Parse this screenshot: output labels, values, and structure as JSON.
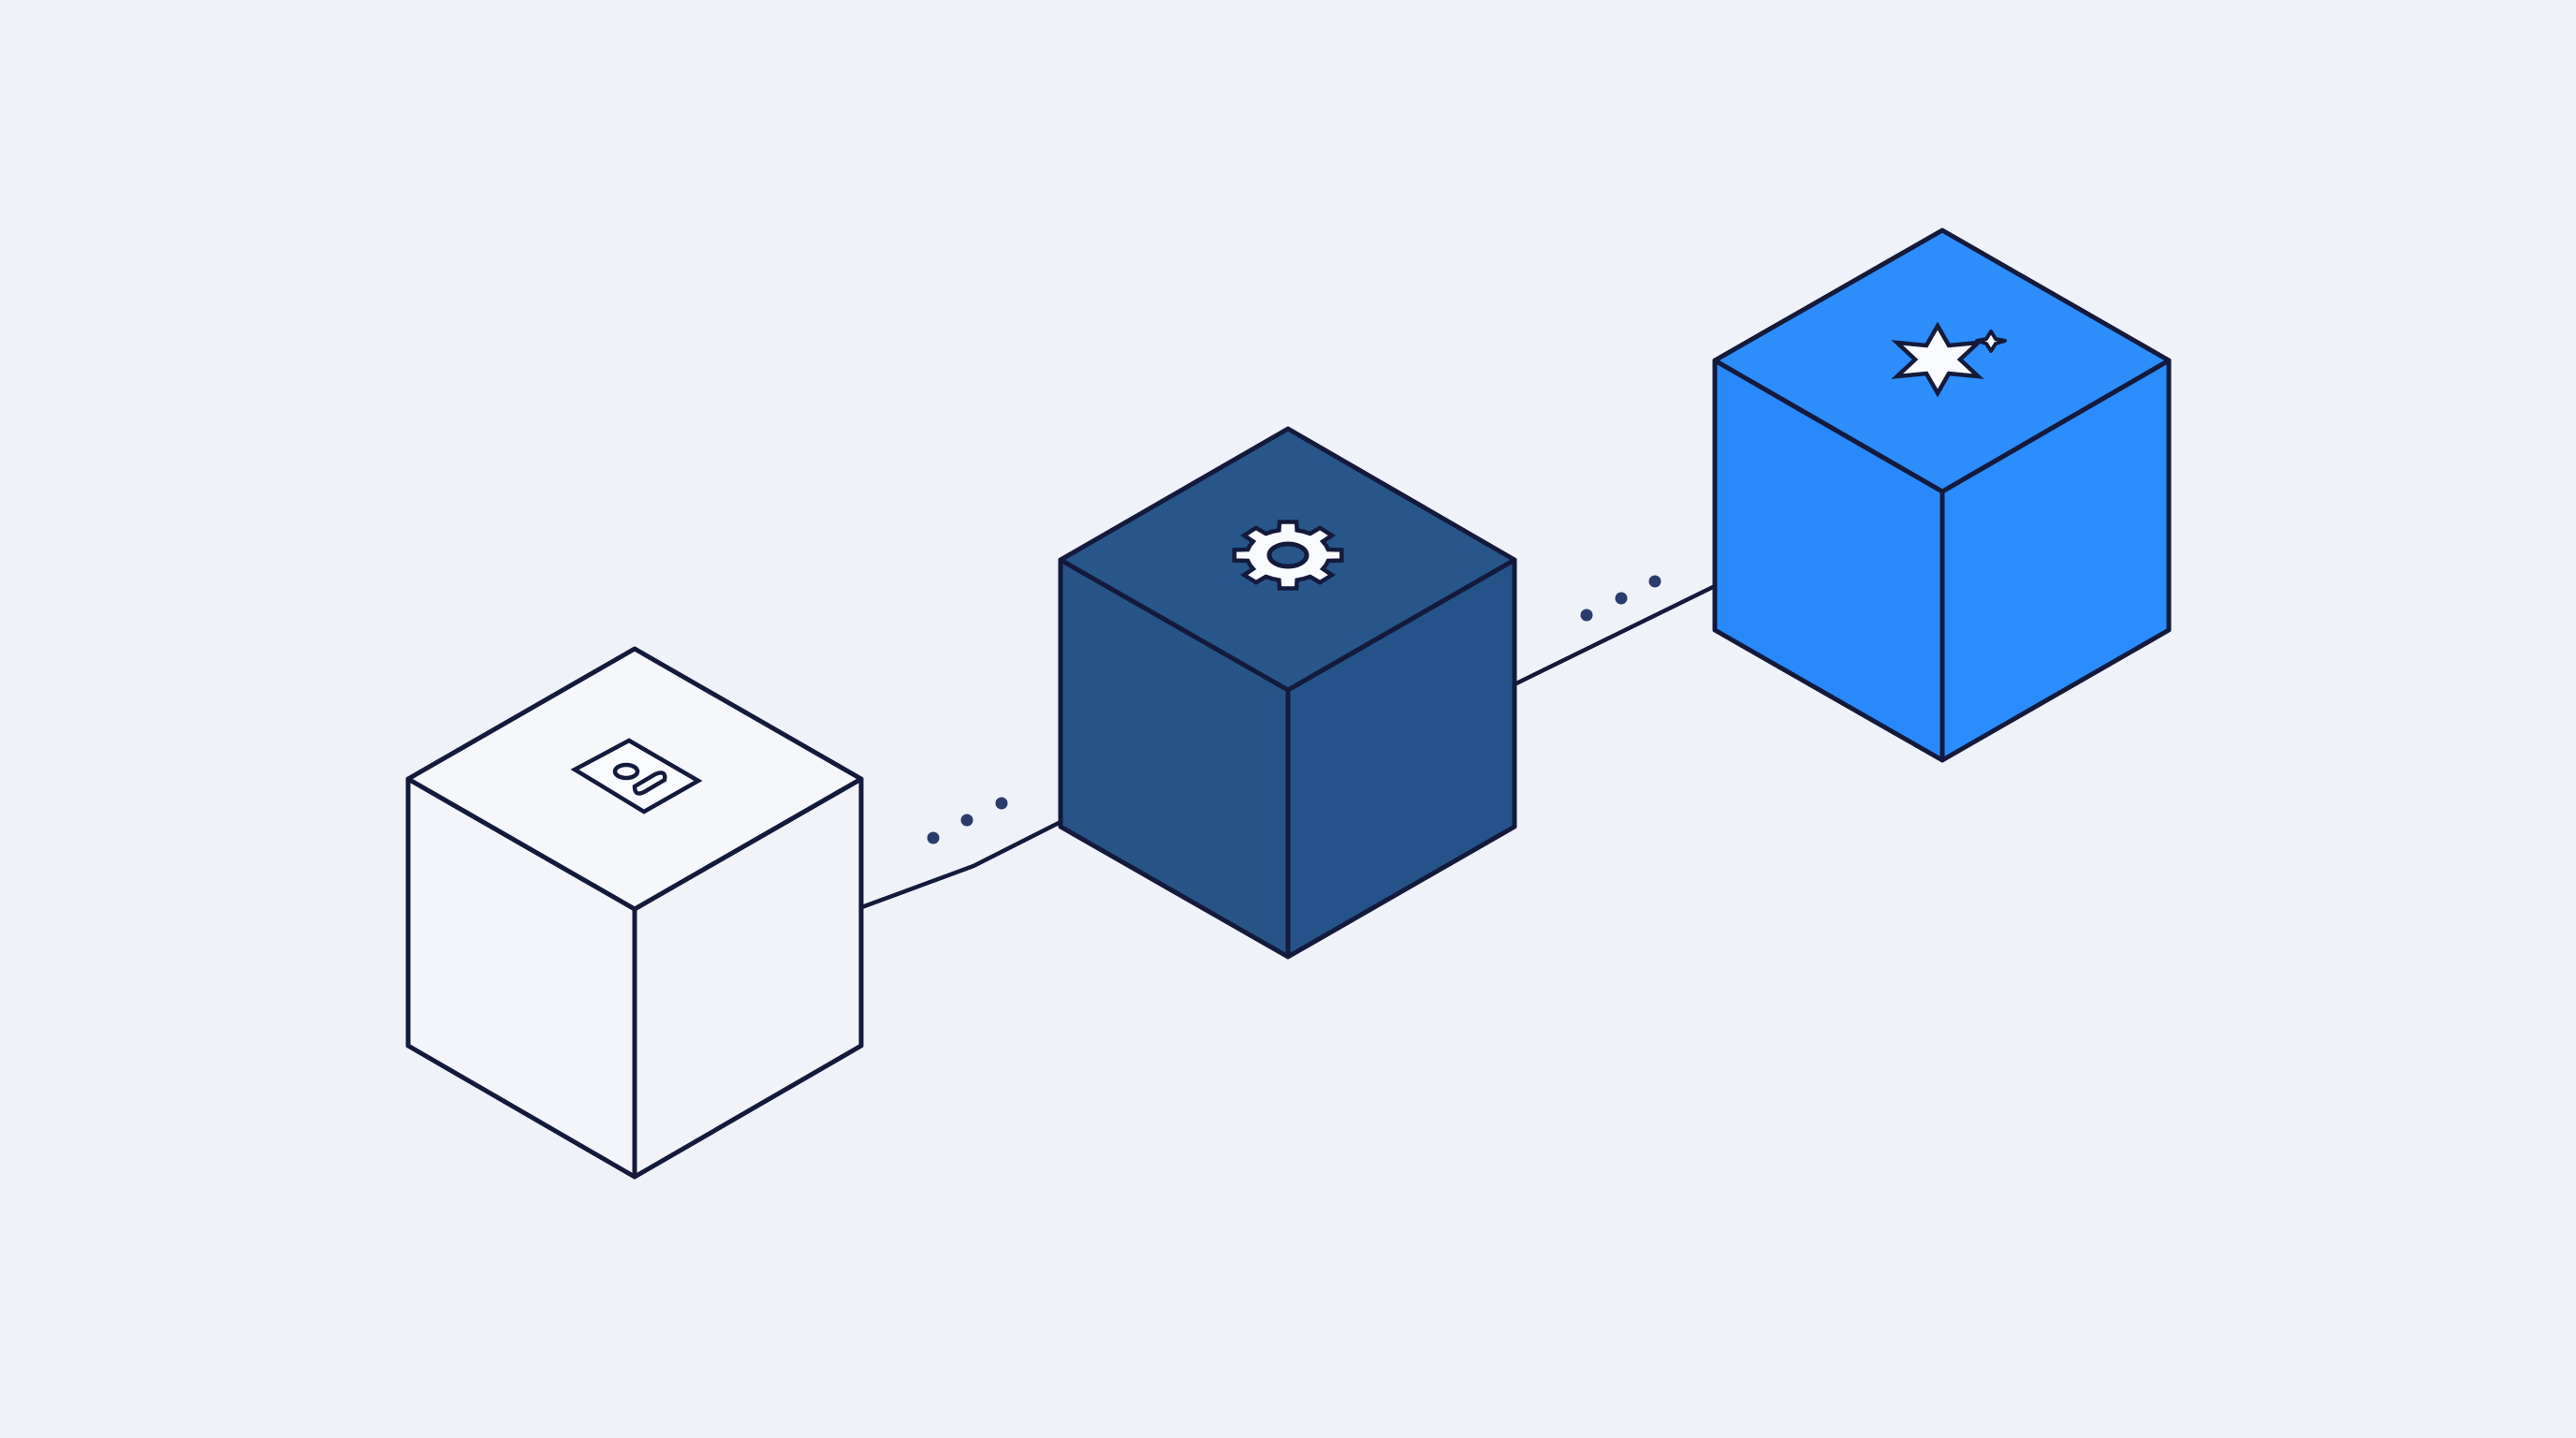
{
  "background_color": "#eff2f8",
  "outline_color": "#141a3c",
  "trail_dot_color": "#2a3b6e",
  "blocks": [
    {
      "name": "block-outline",
      "fill_top": "#f5f7fb",
      "fill_left": "#f3f5fa",
      "fill_right": "#f1f3f8",
      "icon": "document-link-icon"
    },
    {
      "name": "block-navy",
      "fill_top": "#28568b",
      "fill_left": "#275386",
      "fill_right": "#26528a",
      "icon": "gear-icon"
    },
    {
      "name": "block-blue",
      "fill_top": "#2d8dfb",
      "fill_left": "#2989fa",
      "fill_right": "#2a8cfd",
      "icon": "sparkle-icon"
    }
  ],
  "connectors": [
    {
      "name": "connector-outline-to-navy",
      "from": "block-outline",
      "to": "block-navy"
    },
    {
      "name": "connector-navy-to-blue",
      "from": "block-navy",
      "to": "block-blue"
    }
  ]
}
